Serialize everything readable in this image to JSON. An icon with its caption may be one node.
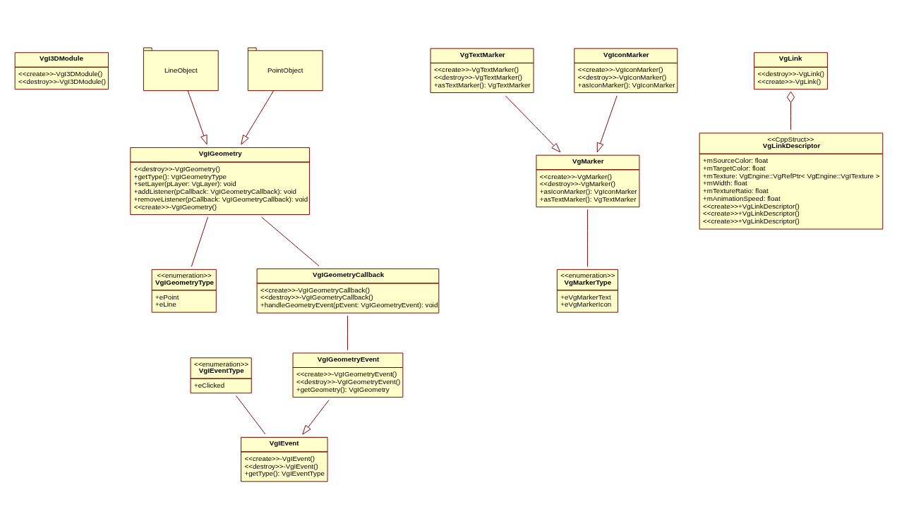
{
  "diagram": {
    "nodes": [
      {
        "text": [
          "VgI3DModule",
          "<<create>>-VgI3DModule()",
          "<<destroy>>-VgI3DModule()"
        ]
      },
      {
        "text": [
          "<<enumeration>> **VgIGeometryType**",
          "+ePoint",
          "+eLine"
        ]
      },
      {
        "text": [
          "VgIGeometry",
          "<<destroy>>-VgIGeometry()",
          "+getType(): VgIGeometryType",
          "+setLayer(pLayer: VgLayer): void",
          "+addListener(pCallback: VgIGeometryCallback): void",
          "+removeListener(pCallback: VgIGeometryCallback): void",
          "<<create>>-VgIGeometry()"
        ]
      },
      {
        "text": [
          "VgIGeometryCallback",
          "<<create>>-VgIGeometryCallback()",
          "<<destroy>>-VgIGeometryCallback()",
          "+handleGeometryEvent(pEvent: VgIGeometryEvent): void"
        ]
      },
      {
        "text": [
          "VgMarker",
          "<<create>>-VgMarker()",
          "<<destroy>>-VgMarker()",
          "+asIconMarker(): VgIconMarker",
          "+asTextMarker(): VgTextMarker"
        ]
      },
      {
        "text": [
          "<<enumeration>> **VgMarkerType**",
          "+eVgMarkerText",
          "+eVgMarkerIcon"
        ]
      },
      {
        "text": [
          "LineObject"
        ]
      },
      {
        "text": [
          "PointObject"
        ]
      },
      {
        "text": [
          "VgIGeometryEvent",
          "<<create>>-VgIGeometryEvent()",
          "<<destroy>>-VgIGeometryEvent()",
          "+getGeometry(): VgIGeometry"
        ]
      },
      {
        "text": [
          "VgTextMarker",
          "<<create>>-VgTextMarker()",
          "<<destroy>>-VgTextMarker()",
          "+asTextMarker(): VgTextMarker"
        ]
      },
      {
        "text": [
          "VgIconMarker",
          "<<create>>-VgIconMarker()",
          "<<destroy>>-VgIconMarker()",
          "+asIconMarker(): VgIconMarker"
        ]
      },
      {
        "text": [
          "VgLink",
          "<<destroy>>-VgLink()",
          "<<create>>-VgLink()"
        ]
      },
      {
        "text": [
          "<<enumeration>> **VgIEventType**",
          "+eClicked"
        ]
      },
      {
        "text": [
          "VgIEvent",
          "<<create>>-VgIEvent()",
          "<<destroy>>-VgIEvent()",
          "+getType(): VgIEventType"
        ]
      },
      {
        "text": [
          "<<CppStruct>> **VgLinkDescriptor**",
          "+mSourceColor: float",
          "+mTargetColor: float",
          "+mTexture: VgEngine::VgRefPtr< VgEngine::VgITexture >",
          "+mWidth: float",
          "+mTextureRatio: float",
          "+mAnimationSpeed: float",
          "<<create>>+VgLinkDescriptor()",
          "<<create>>+VgLinkDescriptor()",
          "<<create>>+VgLinkDescriptor()"
        ]
      }
    ],
    "edges": [
      {
        "from": 2,
        "to": 1,
        "arrow": "none"
      },
      {
        "from": 2,
        "to": 3,
        "arrow": "none"
      },
      {
        "from": 4,
        "to": 5,
        "arrow": "none"
      },
      {
        "from": 6,
        "to": 2,
        "arrow": "to"
      },
      {
        "from": 7,
        "to": 2,
        "arrow": "to"
      },
      {
        "from": 3,
        "to": 8,
        "arrow": "none"
      },
      {
        "from": 9,
        "to": 4,
        "arrow": "to"
      },
      {
        "from": 10,
        "to": 4,
        "arrow": "to"
      },
      {
        "from": 8,
        "to": 13,
        "arrow": "to"
      },
      {
        "from": 12,
        "to": 13,
        "arrow": "none"
      },
      {
        "from": 11,
        "to": 14,
        "arrow": "other"
      }
    ]
  }
}
